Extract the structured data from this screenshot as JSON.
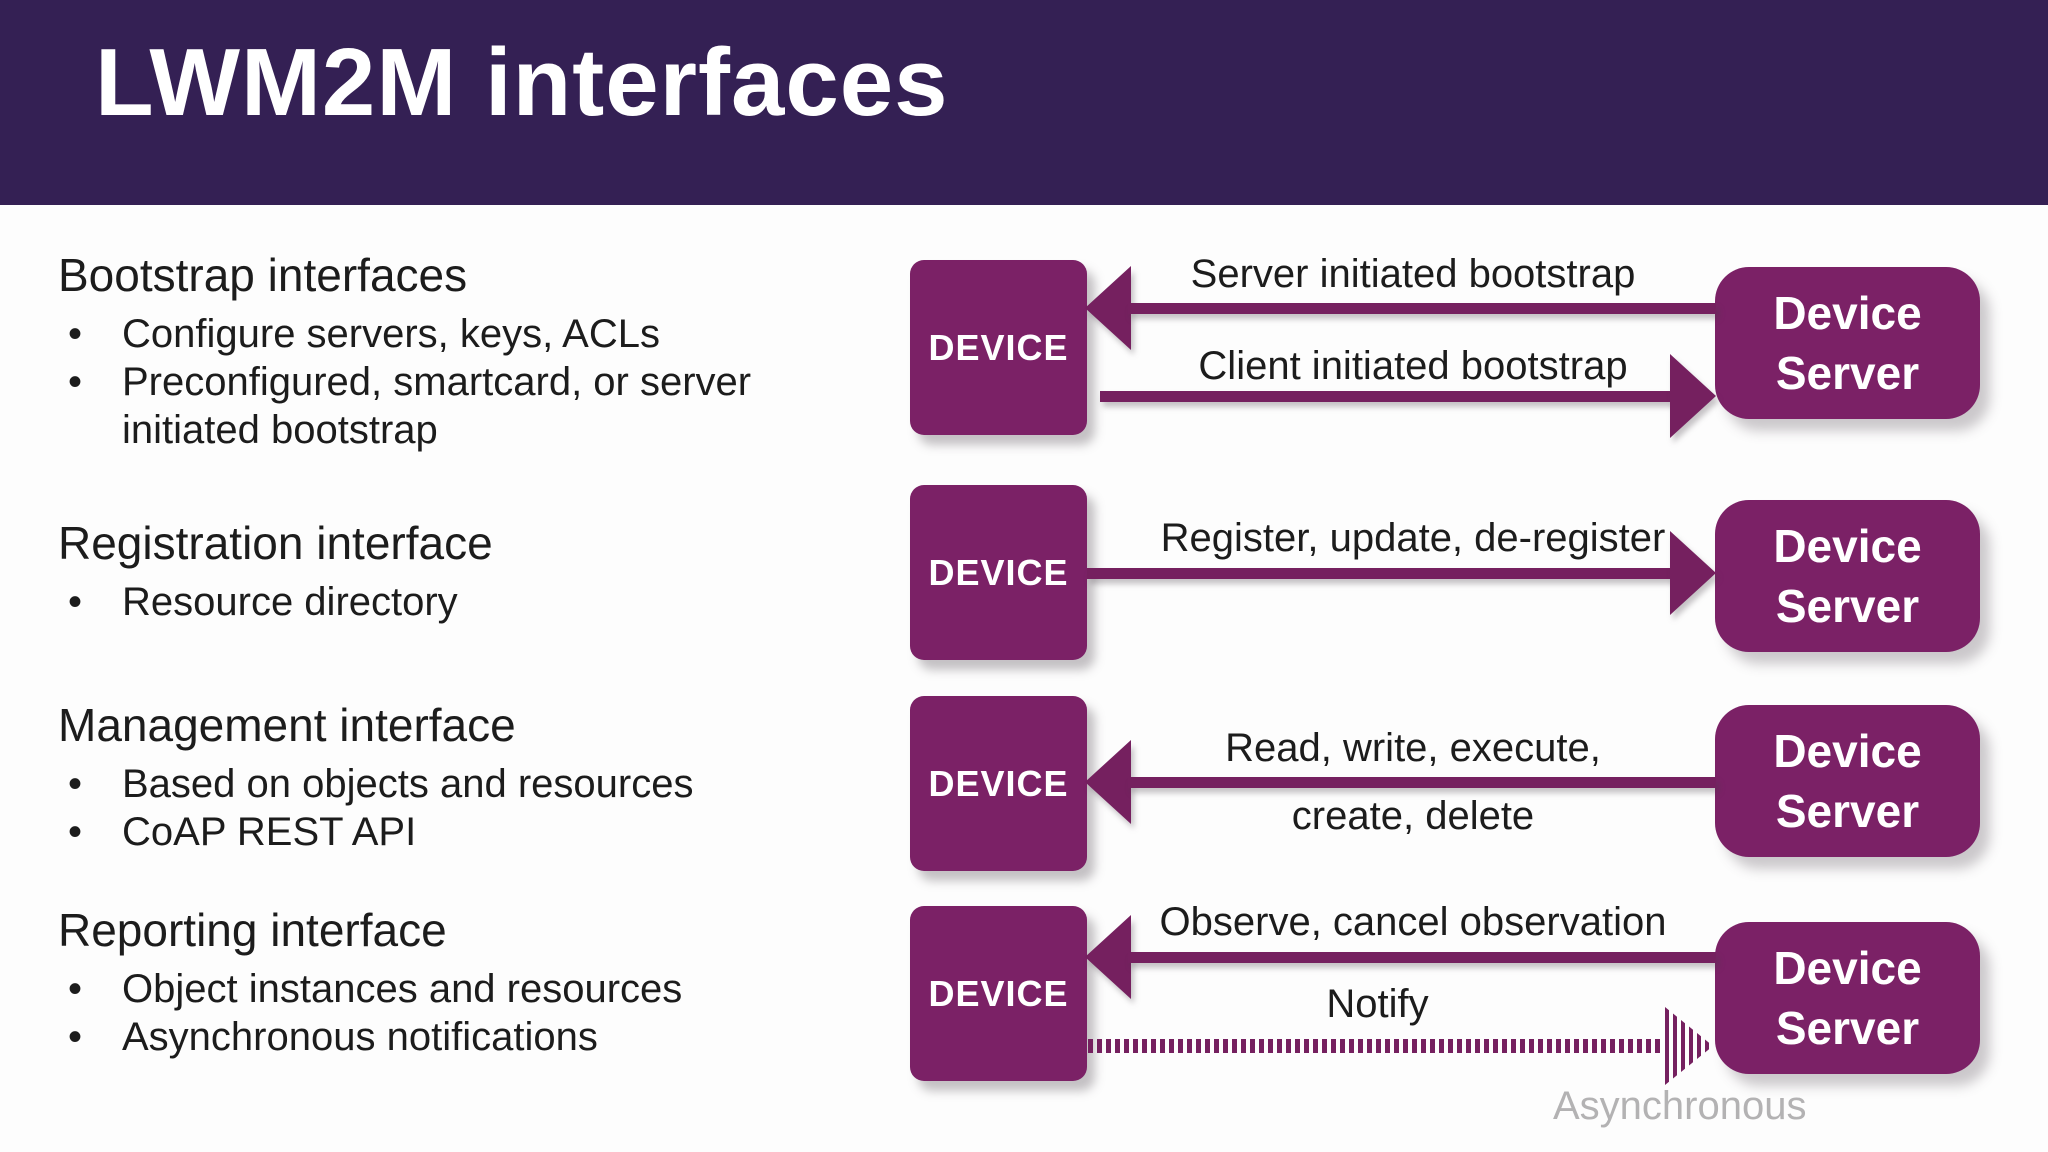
{
  "slide": {
    "title": "LWM2M interfaces",
    "bullet_char": "•",
    "colors": {
      "header_bg": "#342054",
      "box_purple": "#7b2166",
      "arrow_purple": "#75205f",
      "text": "#1c1c1c",
      "muted_gray": "#b3b2b3",
      "background": "#fdfdfd",
      "box_text": "#ffffff"
    },
    "sections": [
      {
        "heading": "Bootstrap interfaces",
        "bullets": [
          "Configure servers, keys, ACLs",
          "Preconfigured, smartcard, or server initiated bootstrap"
        ]
      },
      {
        "heading": "Registration interface",
        "bullets": [
          "Resource directory"
        ]
      },
      {
        "heading": "Management interface",
        "bullets": [
          "Based on objects and resources",
          "CoAP REST API"
        ]
      },
      {
        "heading": "Reporting interface",
        "bullets": [
          "Object instances and resources",
          "Asynchronous notifications"
        ]
      }
    ],
    "diagram": {
      "device_label": "DEVICE",
      "server_label": "Device Server",
      "rows": [
        {
          "name": "bootstrap",
          "arrows": [
            {
              "direction": "left",
              "style": "solid",
              "label": "Server initiated bootstrap"
            },
            {
              "direction": "right",
              "style": "solid",
              "label": "Client initiated bootstrap"
            }
          ]
        },
        {
          "name": "registration",
          "arrows": [
            {
              "direction": "right",
              "style": "solid",
              "label": "Register, update, de-register"
            }
          ]
        },
        {
          "name": "management",
          "arrows": [
            {
              "direction": "left",
              "style": "solid",
              "label_line1": "Read, write, execute,",
              "label_line2": "create, delete"
            }
          ]
        },
        {
          "name": "reporting",
          "arrows": [
            {
              "direction": "left",
              "style": "solid",
              "label": "Observe, cancel observation"
            },
            {
              "direction": "right",
              "style": "dashed",
              "label": "Notify",
              "note": "Asynchronous"
            }
          ]
        }
      ]
    }
  }
}
